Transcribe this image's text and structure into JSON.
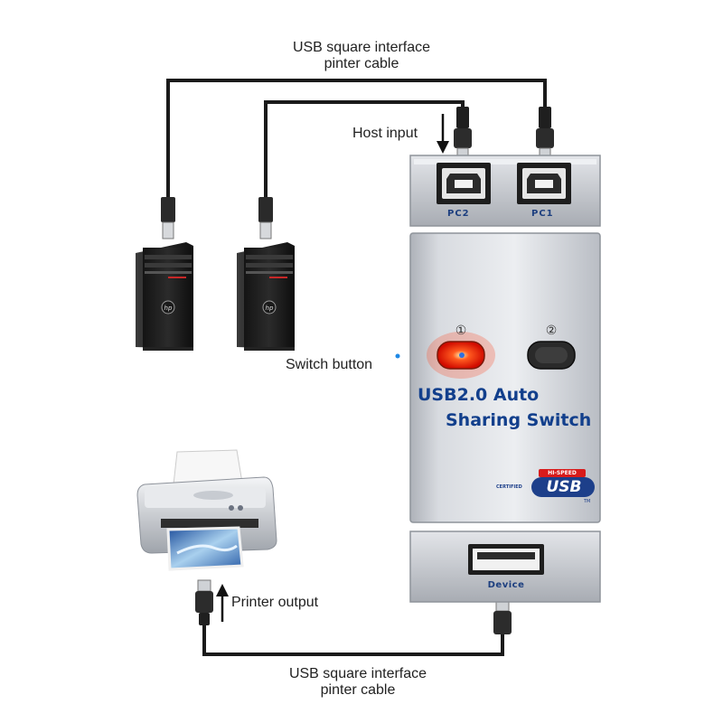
{
  "labels": {
    "top_cable": [
      "USB square interface",
      "pinter cable"
    ],
    "bottom_cable": [
      "USB square interface",
      "pinter cable"
    ],
    "host_input": "Host input",
    "switch_button": "Switch button",
    "printer_output": "Printer output"
  },
  "device": {
    "title_line1": "USB2.0 Auto",
    "title_line2": "Sharing Switch",
    "led1_mark": "①",
    "led2_mark": "②",
    "port_pc2": "PC2",
    "port_pc1": "PC1",
    "port_device": "Device",
    "usb_logo": "USB",
    "usb_logo_top": "HI-SPEED",
    "usb_logo_side": "CERTIFIED",
    "usb_logo_tm": "TM",
    "pc_badge": "HP"
  },
  "colors": {
    "title": "#123f8c",
    "led_active": "#ff2a10",
    "housing": "#c9ccd2",
    "cable": "#1a1a1a",
    "accent_dot": "#1e88e5"
  }
}
